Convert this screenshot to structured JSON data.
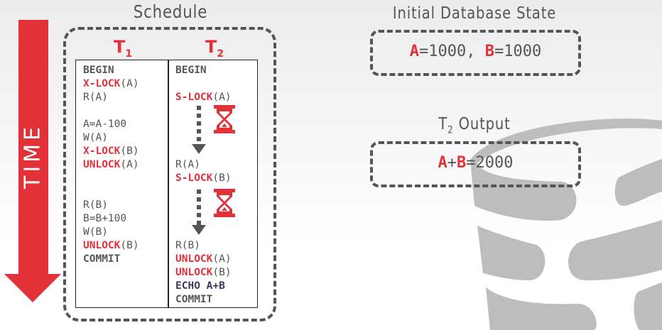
{
  "schedule_title": "Schedule",
  "time_label": "TIME",
  "t1_label": {
    "main": "T",
    "sub": "1"
  },
  "t2_label": {
    "main": "T",
    "sub": "2"
  },
  "t1_lines": [
    [
      {
        "t": "BEGIN",
        "c": "gray"
      }
    ],
    [
      {
        "t": "X-LOCK",
        "c": "red"
      },
      {
        "t": "(A)",
        "c": "plain"
      }
    ],
    [
      {
        "t": "R(A)",
        "c": "plain"
      }
    ],
    [],
    [
      {
        "t": "A=A-100",
        "c": "plain"
      }
    ],
    [
      {
        "t": "W(A)",
        "c": "plain"
      }
    ],
    [
      {
        "t": "X-LOCK",
        "c": "red"
      },
      {
        "t": "(B)",
        "c": "plain"
      }
    ],
    [
      {
        "t": "UNLOCK",
        "c": "red"
      },
      {
        "t": "(A)",
        "c": "plain"
      }
    ],
    [],
    [],
    [
      {
        "t": "R(B)",
        "c": "plain"
      }
    ],
    [
      {
        "t": "B=B+100",
        "c": "plain"
      }
    ],
    [
      {
        "t": "W(B)",
        "c": "plain"
      }
    ],
    [
      {
        "t": "UNLOCK",
        "c": "red"
      },
      {
        "t": "(B)",
        "c": "plain"
      }
    ],
    [
      {
        "t": "COMMIT",
        "c": "gray"
      }
    ]
  ],
  "t2_lines": [
    [
      {
        "t": "BEGIN",
        "c": "gray"
      }
    ],
    [],
    [
      {
        "t": "S-LOCK",
        "c": "red"
      },
      {
        "t": "(A)",
        "c": "plain"
      }
    ],
    [],
    [],
    [],
    [],
    [
      {
        "t": "R(A)",
        "c": "plain"
      }
    ],
    [
      {
        "t": "S-LOCK",
        "c": "red"
      },
      {
        "t": "(B)",
        "c": "plain"
      }
    ],
    [],
    [],
    [],
    [],
    [
      {
        "t": "R(B)",
        "c": "plain"
      }
    ],
    [
      {
        "t": "UNLOCK",
        "c": "red"
      },
      {
        "t": "(A)",
        "c": "plain"
      }
    ],
    [
      {
        "t": "UNLOCK",
        "c": "red"
      },
      {
        "t": "(B)",
        "c": "plain"
      }
    ],
    [
      {
        "t": "ECHO A+B",
        "c": "navy"
      }
    ],
    [
      {
        "t": "COMMIT",
        "c": "gray"
      }
    ]
  ],
  "initial_state": {
    "title": "Initial Database State",
    "parts": [
      {
        "t": "A",
        "c": "red"
      },
      {
        "t": "=1000, ",
        "c": "plain"
      },
      {
        "t": "B",
        "c": "red"
      },
      {
        "t": "=1000",
        "c": "plain"
      }
    ]
  },
  "t2_output": {
    "title_main": "T",
    "title_sub": "2",
    "title_rest": " Output",
    "parts": [
      {
        "t": "A",
        "c": "red"
      },
      {
        "t": "+",
        "c": "plain"
      },
      {
        "t": "B",
        "c": "red"
      },
      {
        "t": "=2000",
        "c": "plain"
      }
    ]
  },
  "colors": {
    "accent": "#e3313a",
    "text": "#555555",
    "echo": "#3a3a5e"
  }
}
